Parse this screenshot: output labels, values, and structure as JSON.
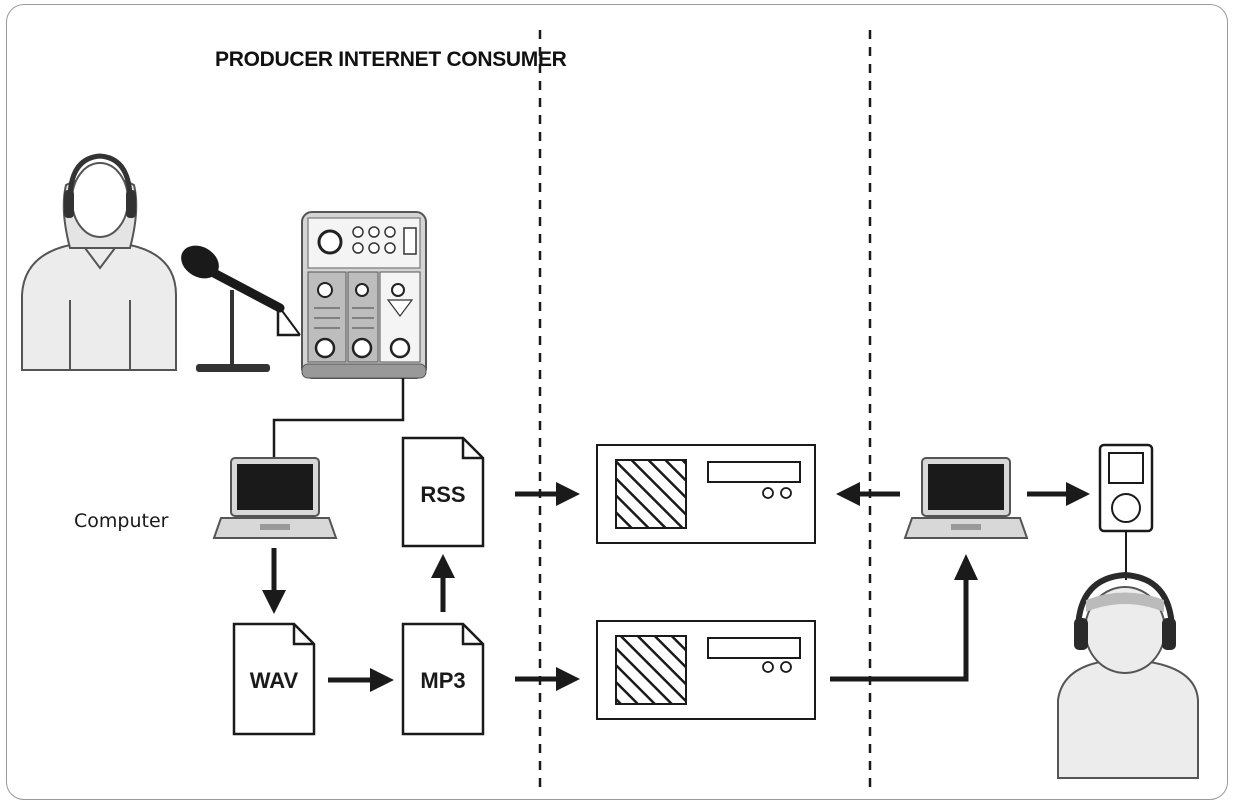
{
  "diagram": {
    "heading": "PRODUCER INTERNET CONSUMER",
    "computer_label": "Computer",
    "files": {
      "rss": "RSS",
      "wav": "WAV",
      "mp3": "MP3"
    }
  },
  "colors": {
    "ink": "#1a1a1a",
    "person_fill": "#ececec",
    "frame": "#9a9a9a"
  }
}
